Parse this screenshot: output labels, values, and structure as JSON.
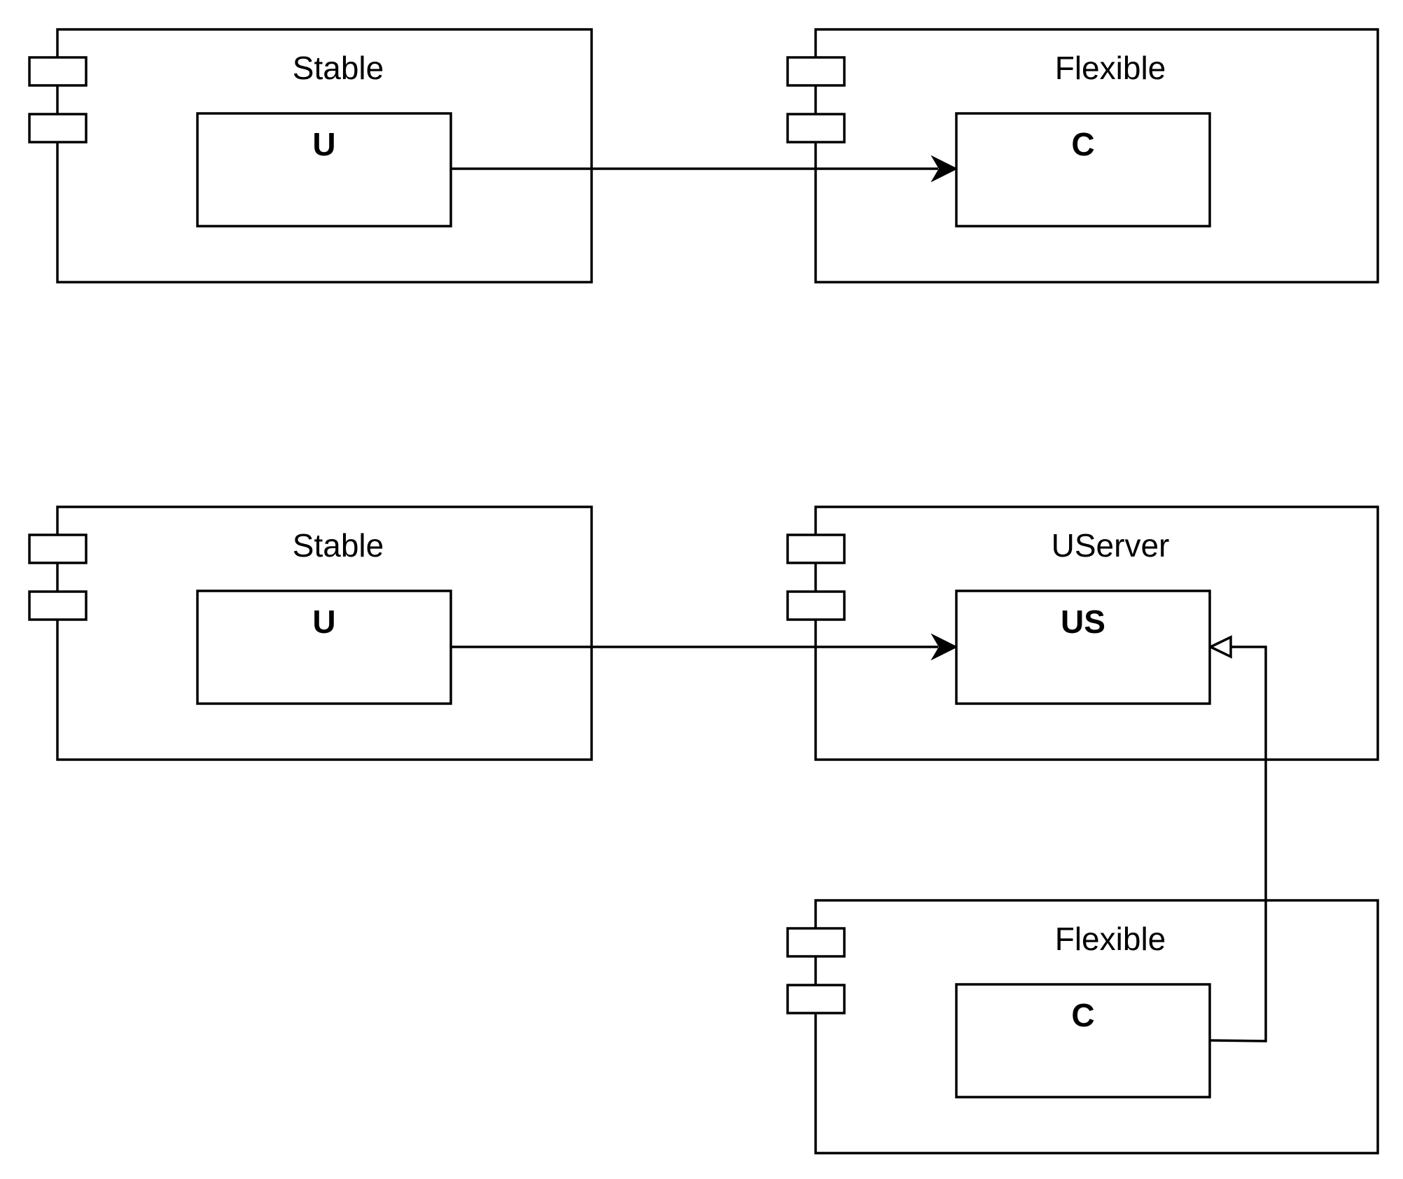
{
  "diagram": {
    "top": {
      "stable_component": {
        "title": "Stable",
        "class_name": "U"
      },
      "flexible_component": {
        "title": "Flexible",
        "class_name": "C"
      }
    },
    "bottom": {
      "stable_component": {
        "title": "Stable",
        "class_name": "U"
      },
      "userver_component": {
        "title": "UServer",
        "class_name": "US"
      },
      "flexible_component": {
        "title": "Flexible",
        "class_name": "C"
      }
    },
    "relations": [
      {
        "from": "U",
        "to": "C",
        "kind": "dependency"
      },
      {
        "from": "U",
        "to": "US",
        "kind": "dependency"
      },
      {
        "from": "C",
        "to": "US",
        "kind": "realization"
      }
    ]
  }
}
